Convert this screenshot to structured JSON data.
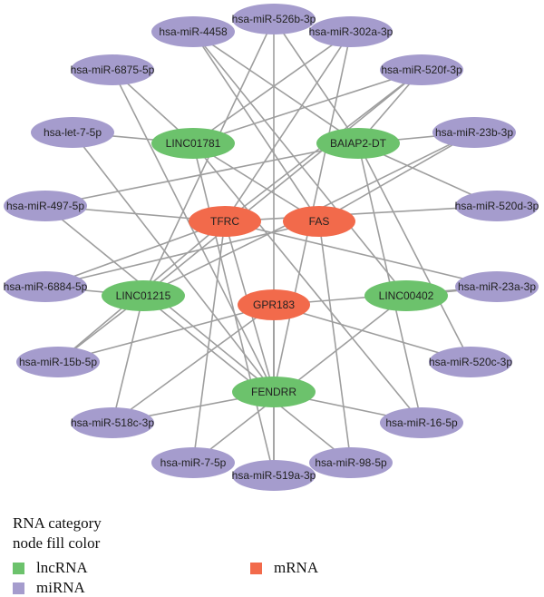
{
  "legend": {
    "title_line1": "RNA category",
    "title_line2": "node fill color",
    "items": [
      {
        "label": "lncRNA",
        "color": "#6cc26c"
      },
      {
        "label": "miRNA",
        "color": "#a59ccd"
      },
      {
        "label": "mRNA",
        "color": "#f26a4b"
      }
    ]
  },
  "colors": {
    "lncRNA": "#6cc26c",
    "miRNA": "#a59ccd",
    "mRNA": "#f26a4b",
    "edge": "#9e9e9e"
  },
  "nodes": [
    {
      "id": "hsa-miR-526b-3p",
      "category": "miRNA"
    },
    {
      "id": "hsa-miR-4458",
      "category": "miRNA"
    },
    {
      "id": "hsa-miR-302a-3p",
      "category": "miRNA"
    },
    {
      "id": "hsa-miR-6875-5p",
      "category": "miRNA"
    },
    {
      "id": "hsa-miR-520f-3p",
      "category": "miRNA"
    },
    {
      "id": "hsa-let-7-5p",
      "category": "miRNA"
    },
    {
      "id": "hsa-miR-23b-3p",
      "category": "miRNA"
    },
    {
      "id": "hsa-miR-497-5p",
      "category": "miRNA"
    },
    {
      "id": "hsa-miR-520d-3p",
      "category": "miRNA"
    },
    {
      "id": "hsa-miR-6884-5p",
      "category": "miRNA"
    },
    {
      "id": "hsa-miR-23a-3p",
      "category": "miRNA"
    },
    {
      "id": "hsa-miR-15b-5p",
      "category": "miRNA"
    },
    {
      "id": "hsa-miR-520c-3p",
      "category": "miRNA"
    },
    {
      "id": "hsa-miR-518c-3p",
      "category": "miRNA"
    },
    {
      "id": "hsa-miR-16-5p",
      "category": "miRNA"
    },
    {
      "id": "hsa-miR-7-5p",
      "category": "miRNA"
    },
    {
      "id": "hsa-miR-98-5p",
      "category": "miRNA"
    },
    {
      "id": "hsa-miR-519a-3p",
      "category": "miRNA"
    },
    {
      "id": "LINC01781",
      "category": "lncRNA"
    },
    {
      "id": "BAIAP2-DT",
      "category": "lncRNA"
    },
    {
      "id": "LINC01215",
      "category": "lncRNA"
    },
    {
      "id": "LINC00402",
      "category": "lncRNA"
    },
    {
      "id": "FENDRR",
      "category": "lncRNA"
    },
    {
      "id": "TFRC",
      "category": "mRNA"
    },
    {
      "id": "FAS",
      "category": "mRNA"
    },
    {
      "id": "GPR183",
      "category": "mRNA"
    }
  ],
  "edges": [
    [
      "hsa-miR-526b-3p",
      "FENDRR"
    ],
    [
      "hsa-miR-526b-3p",
      "BAIAP2-DT"
    ],
    [
      "hsa-miR-526b-3p",
      "LINC01215"
    ],
    [
      "hsa-miR-4458",
      "BAIAP2-DT"
    ],
    [
      "hsa-miR-4458",
      "FAS"
    ],
    [
      "hsa-miR-4458",
      "LINC00402"
    ],
    [
      "hsa-miR-302a-3p",
      "LINC01781"
    ],
    [
      "hsa-miR-302a-3p",
      "TFRC"
    ],
    [
      "hsa-miR-302a-3p",
      "FENDRR"
    ],
    [
      "hsa-miR-6875-5p",
      "LINC01781"
    ],
    [
      "hsa-miR-6875-5p",
      "FENDRR"
    ],
    [
      "hsa-miR-520f-3p",
      "LINC01781"
    ],
    [
      "hsa-miR-520f-3p",
      "LINC01215"
    ],
    [
      "hsa-miR-520f-3p",
      "TFRC"
    ],
    [
      "hsa-miR-520f-3p",
      "BAIAP2-DT"
    ],
    [
      "hsa-let-7-5p",
      "LINC01781"
    ],
    [
      "hsa-let-7-5p",
      "FENDRR"
    ],
    [
      "hsa-miR-23b-3p",
      "BAIAP2-DT"
    ],
    [
      "hsa-miR-23b-3p",
      "FAS"
    ],
    [
      "hsa-miR-23b-3p",
      "LINC01215"
    ],
    [
      "hsa-miR-497-5p",
      "TFRC"
    ],
    [
      "hsa-miR-497-5p",
      "BAIAP2-DT"
    ],
    [
      "hsa-miR-497-5p",
      "FENDRR"
    ],
    [
      "hsa-miR-520d-3p",
      "BAIAP2-DT"
    ],
    [
      "hsa-miR-520d-3p",
      "TFRC"
    ],
    [
      "hsa-miR-6884-5p",
      "TFRC"
    ],
    [
      "hsa-miR-6884-5p",
      "FAS"
    ],
    [
      "hsa-miR-6884-5p",
      "LINC01215"
    ],
    [
      "hsa-miR-23a-3p",
      "GPR183"
    ],
    [
      "hsa-miR-23a-3p",
      "TFRC"
    ],
    [
      "hsa-miR-23a-3p",
      "LINC00402"
    ],
    [
      "hsa-miR-15b-5p",
      "LINC01215"
    ],
    [
      "hsa-miR-15b-5p",
      "GPR183"
    ],
    [
      "hsa-miR-15b-5p",
      "TFRC"
    ],
    [
      "hsa-miR-520c-3p",
      "GPR183"
    ],
    [
      "hsa-miR-520c-3p",
      "BAIAP2-DT"
    ],
    [
      "hsa-miR-518c-3p",
      "LINC01215"
    ],
    [
      "hsa-miR-518c-3p",
      "FENDRR"
    ],
    [
      "hsa-miR-518c-3p",
      "GPR183"
    ],
    [
      "hsa-miR-16-5p",
      "FENDRR"
    ],
    [
      "hsa-miR-16-5p",
      "BAIAP2-DT"
    ],
    [
      "hsa-miR-16-5p",
      "LINC01781"
    ],
    [
      "hsa-miR-7-5p",
      "TFRC"
    ],
    [
      "hsa-miR-7-5p",
      "LINC00402"
    ],
    [
      "hsa-miR-98-5p",
      "FAS"
    ],
    [
      "hsa-miR-98-5p",
      "LINC01215"
    ],
    [
      "hsa-miR-519a-3p",
      "GPR183"
    ],
    [
      "hsa-miR-519a-3p",
      "LINC01781"
    ],
    [
      "hsa-miR-519a-3p",
      "FENDRR"
    ],
    [
      "LINC01781",
      "FAS"
    ],
    [
      "TFRC",
      "FENDRR"
    ],
    [
      "GPR183",
      "FENDRR"
    ]
  ]
}
